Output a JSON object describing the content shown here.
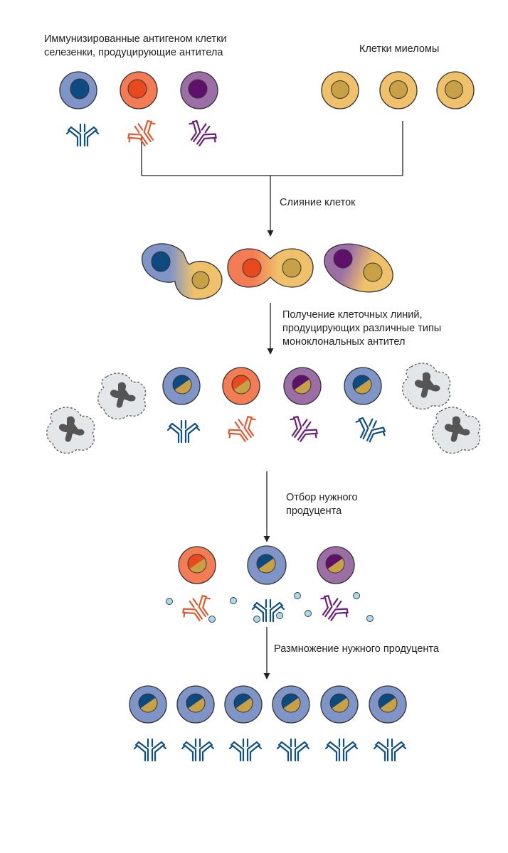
{
  "labels": {
    "spleen_line1": "Иммунизированные антигеном клетки",
    "spleen_line2": "селезенки, продуцирующие антитела",
    "myeloma": "Клетки миеломы",
    "fusion": "Слияние клеток",
    "lines_line1": "Получение клеточных линий,",
    "lines_line2": "продуцирующих различные типы",
    "lines_line3": "моноклональных антител",
    "selection_line1": "Отбор нужного",
    "selection_line2": "продуцента",
    "expansion": "Размножение нужного продуцента"
  },
  "colors": {
    "blue_cell": "#7f94c7",
    "blue_nucleus": "#0d4a80",
    "orange_cell": "#f37c55",
    "orange_nucleus": "#e84a1d",
    "purple_cell": "#9b6fa6",
    "purple_nucleus": "#5e106a",
    "myeloma_cell": "#efc16a",
    "myeloma_nucleus": "#c8a045",
    "antibody_blue": "#0f4f86",
    "antibody_orange": "#e05a30",
    "antibody_purple": "#6b1f7a",
    "dead_cell": "#e3e7ea",
    "dead_nucleus": "#555555",
    "antigen_dot": "#a9d9ee"
  }
}
